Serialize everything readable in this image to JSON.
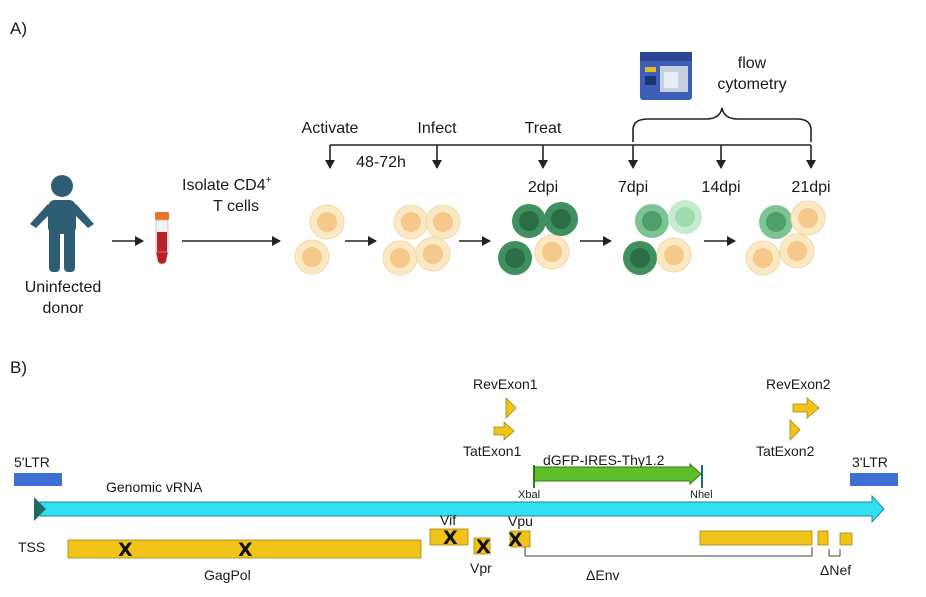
{
  "panel_a": {
    "label": "A)",
    "donor_label_1": "Uninfected",
    "donor_label_2": "donor",
    "isolate_line_1": "Isolate CD4",
    "isolate_sup": "+",
    "isolate_line_2": "T cells",
    "activate": "Activate",
    "infect": "Infect",
    "treat": "Treat",
    "interval": "48-72h",
    "flow_line_1": "flow",
    "flow_line_2": "cytometry",
    "timepoints": [
      "2dpi",
      "7dpi",
      "14dpi",
      "21dpi"
    ]
  },
  "panel_b": {
    "label": "B)",
    "ltr5": "5'LTR",
    "ltr3": "3'LTR",
    "genomic": "Genomic vRNA",
    "tss": "TSS",
    "reporter": "dGFP-IRES-Thy1.2",
    "xbai": "Xbal",
    "nhei": "Nhel",
    "rev1": "RevExon1",
    "tat1": "TatExon1",
    "rev2": "RevExon2",
    "tat2": "TatExon2",
    "gagpol": "GagPol",
    "vif": "Vif",
    "vpr": "Vpr",
    "vpu": "Vpu",
    "env": "ΔEnv",
    "nef": "ΔNef",
    "knockout_mark": "X"
  },
  "colors": {
    "person": "#2f5d74",
    "cell_naive": "#fbe9c3",
    "cell_naive_nucleus": "#f6c98b",
    "cell_infected": "#3f8f5f",
    "cell_infected_nucleus": "#2f7349",
    "cell_fading": "#a6dcb4",
    "genome_arrow": "#33e0f0",
    "ltr": "#3f6fd6",
    "gene_box": "#f0c419",
    "reporter": "#5fbf2a"
  }
}
